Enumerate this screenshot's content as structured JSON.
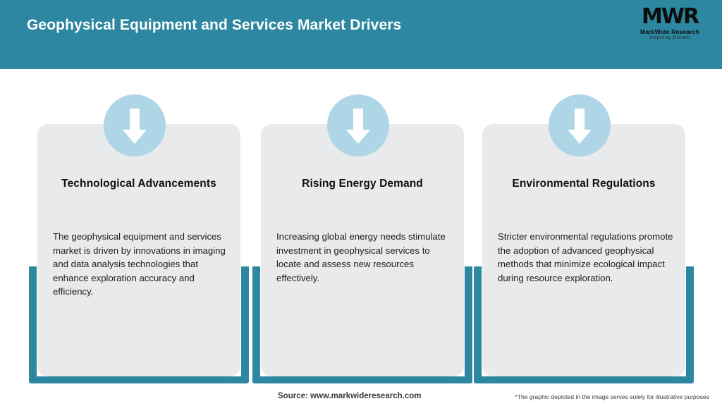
{
  "header": {
    "title": "Geophysical Equipment and Services Market Drivers",
    "background_color": "#2d87a0",
    "logo": {
      "mark": "MWR",
      "name": "MarkWide Research",
      "tagline": "Inspiring Growth"
    }
  },
  "theme": {
    "accent_teal": "#2d87a0",
    "panel_gray": "#e8eaec",
    "icon_circle_blue": "#aed6e6",
    "arrow_white": "#ffffff",
    "title_text": "#111111",
    "body_text": "#1c1c1c"
  },
  "cards": [
    {
      "icon": "arrow-down-icon",
      "title": "Technological Advancements",
      "body": "The geophysical equipment and services market is driven by innovations in imaging and data analysis technologies that enhance exploration accuracy and efficiency."
    },
    {
      "icon": "arrow-down-icon",
      "title": "Rising Energy Demand",
      "body": "Increasing global energy needs stimulate investment in geophysical services to locate and assess new resources effectively."
    },
    {
      "icon": "arrow-down-icon",
      "title": "Environmental Regulations",
      "body": "Stricter environmental regulations promote the adoption of advanced geophysical methods that minimize ecological impact during resource exploration."
    }
  ],
  "footer": {
    "source": "Source: www.markwideresearch.com",
    "disclaimer": "*The graphic depicted in the image serves solely for illustrative purposes"
  }
}
